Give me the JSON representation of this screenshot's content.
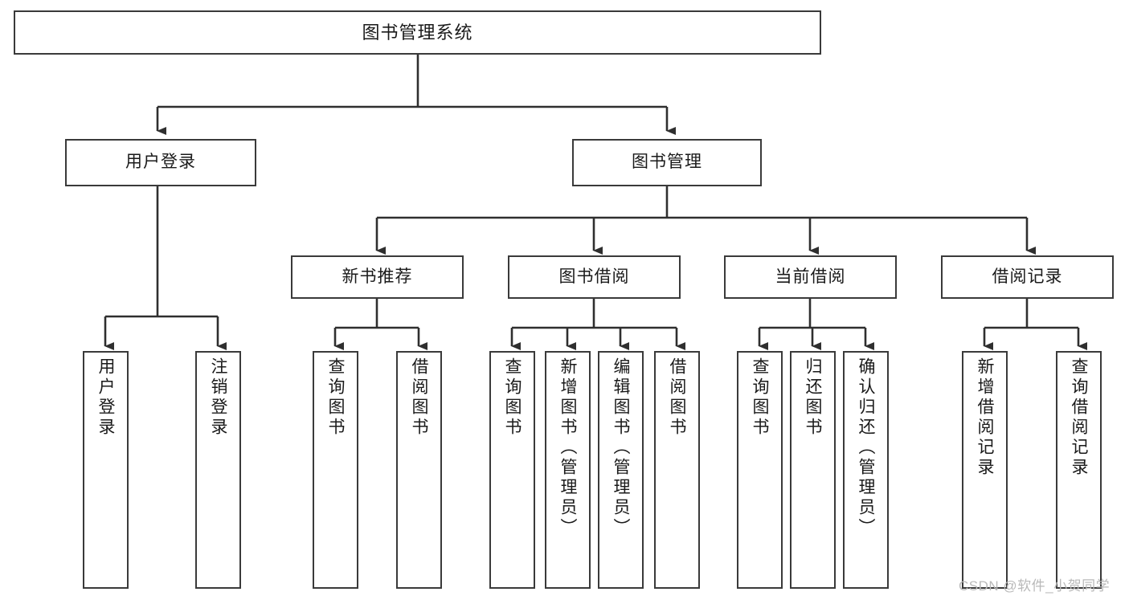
{
  "diagram": {
    "title": "图书管理系统",
    "type": "tree",
    "nodes": {
      "root": {
        "label": "图书管理系统"
      },
      "user_login": {
        "label": "用户登录"
      },
      "book_manage": {
        "label": "图书管理"
      },
      "new_book_rec": {
        "label": "新书推荐"
      },
      "book_borrow": {
        "label": "图书借阅"
      },
      "current_borrow": {
        "label": "当前借阅"
      },
      "borrow_record": {
        "label": "借阅记录"
      },
      "leaf_user_login": {
        "label": "用户登录"
      },
      "leaf_logout": {
        "label": "注销登录"
      },
      "leaf_query_book_1": {
        "label": "查询图书"
      },
      "leaf_borrow_book_1": {
        "label": "借阅图书"
      },
      "leaf_query_book_2": {
        "label": "查询图书"
      },
      "leaf_add_book": {
        "label": "新增图书（管理员）"
      },
      "leaf_edit_book": {
        "label": "编辑图书（管理员）"
      },
      "leaf_borrow_book_2": {
        "label": "借阅图书"
      },
      "leaf_query_book_3": {
        "label": "查询图书"
      },
      "leaf_return_book": {
        "label": "归还图书"
      },
      "leaf_confirm_return": {
        "label": "确认归还（管理员）"
      },
      "leaf_add_record": {
        "label": "新增借阅记录"
      },
      "leaf_query_record": {
        "label": "查询借阅记录"
      }
    },
    "edges": [
      {
        "from": "root",
        "to": "user_login"
      },
      {
        "from": "root",
        "to": "book_manage"
      },
      {
        "from": "user_login",
        "to": "leaf_user_login"
      },
      {
        "from": "user_login",
        "to": "leaf_logout"
      },
      {
        "from": "book_manage",
        "to": "new_book_rec"
      },
      {
        "from": "book_manage",
        "to": "book_borrow"
      },
      {
        "from": "book_manage",
        "to": "current_borrow"
      },
      {
        "from": "book_manage",
        "to": "borrow_record"
      },
      {
        "from": "new_book_rec",
        "to": "leaf_query_book_1"
      },
      {
        "from": "new_book_rec",
        "to": "leaf_borrow_book_1"
      },
      {
        "from": "book_borrow",
        "to": "leaf_query_book_2"
      },
      {
        "from": "book_borrow",
        "to": "leaf_add_book"
      },
      {
        "from": "book_borrow",
        "to": "leaf_edit_book"
      },
      {
        "from": "book_borrow",
        "to": "leaf_borrow_book_2"
      },
      {
        "from": "current_borrow",
        "to": "leaf_query_book_3"
      },
      {
        "from": "current_borrow",
        "to": "leaf_return_book"
      },
      {
        "from": "current_borrow",
        "to": "leaf_confirm_return"
      },
      {
        "from": "borrow_record",
        "to": "leaf_add_record"
      },
      {
        "from": "borrow_record",
        "to": "leaf_query_record"
      }
    ],
    "colors": {
      "stroke": "#3a3a3a",
      "fill": "#ffffff",
      "text": "#1a1a1a",
      "watermark": "#b9b9b9"
    }
  },
  "watermark": {
    "text": "CSDN @软件_小贺同学"
  }
}
